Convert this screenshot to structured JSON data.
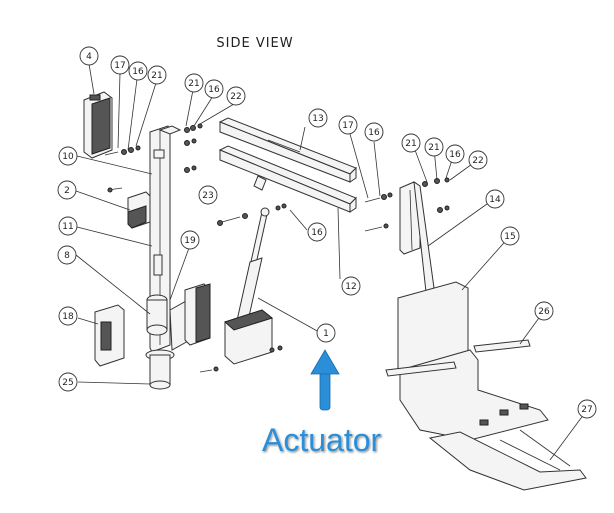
{
  "title": "SIDE VIEW",
  "annotation_label": "Actuator",
  "accent_color": "#2a8fd8",
  "callouts": [
    {
      "id": "c4",
      "label": "4"
    },
    {
      "id": "c17a",
      "label": "17"
    },
    {
      "id": "c16a",
      "label": "16"
    },
    {
      "id": "c21a",
      "label": "21"
    },
    {
      "id": "c21b",
      "label": "21"
    },
    {
      "id": "c16b",
      "label": "16"
    },
    {
      "id": "c22a",
      "label": "22"
    },
    {
      "id": "c10",
      "label": "10"
    },
    {
      "id": "c2",
      "label": "2"
    },
    {
      "id": "c11",
      "label": "11"
    },
    {
      "id": "c8",
      "label": "8"
    },
    {
      "id": "c19",
      "label": "19"
    },
    {
      "id": "c23",
      "label": "23"
    },
    {
      "id": "c16c",
      "label": "16"
    },
    {
      "id": "c18",
      "label": "18"
    },
    {
      "id": "c25",
      "label": "25"
    },
    {
      "id": "c13",
      "label": "13"
    },
    {
      "id": "c17b",
      "label": "17"
    },
    {
      "id": "c16d",
      "label": "16"
    },
    {
      "id": "c12",
      "label": "12"
    },
    {
      "id": "c1",
      "label": "1"
    },
    {
      "id": "c21c",
      "label": "21"
    },
    {
      "id": "c21d",
      "label": "21"
    },
    {
      "id": "c16e",
      "label": "16"
    },
    {
      "id": "c22b",
      "label": "22"
    },
    {
      "id": "c14",
      "label": "14"
    },
    {
      "id": "c15",
      "label": "15"
    },
    {
      "id": "c26",
      "label": "26"
    },
    {
      "id": "c27",
      "label": "27"
    }
  ]
}
